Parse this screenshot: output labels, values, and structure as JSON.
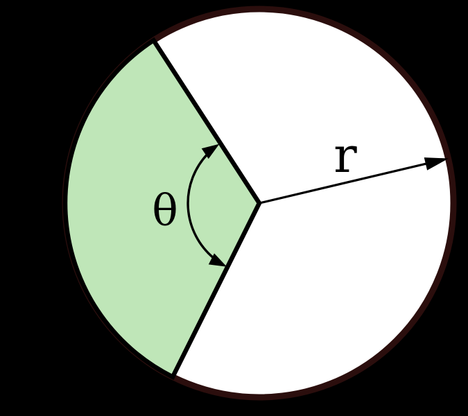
{
  "diagram": {
    "description": "Circle with shaded circular sector, central angle and radius annotated",
    "labels": {
      "angle": "θ",
      "radius": "r"
    },
    "colors": {
      "background": "#000000",
      "circle_fill": "#ffffff",
      "circle_stroke": "#2b0e0d",
      "sector_fill": "#bfe6b8",
      "ink": "#000000"
    }
  }
}
